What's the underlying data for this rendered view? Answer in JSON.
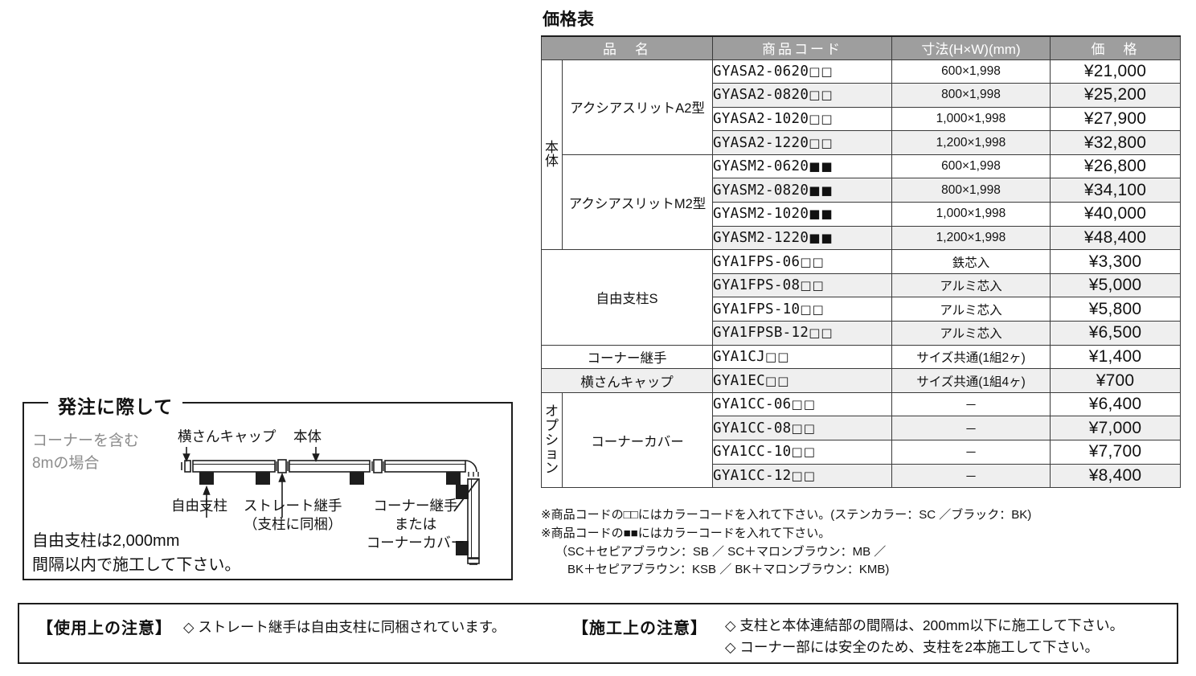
{
  "price_table": {
    "title": "価格表",
    "headers": [
      "品　名",
      "商品コード",
      "寸法(H×W)(mm)",
      "価　格"
    ],
    "categories": {
      "body": "本体",
      "option": "オプション"
    },
    "groups": [
      {
        "category": "本体",
        "name": "アクシアスリットA2型",
        "rows": [
          {
            "code": "GYASA2-0620",
            "mark": "□□",
            "size": "600×1,998",
            "price": "¥21,000"
          },
          {
            "code": "GYASA2-0820",
            "mark": "□□",
            "size": "800×1,998",
            "price": "¥25,200"
          },
          {
            "code": "GYASA2-1020",
            "mark": "□□",
            "size": "1,000×1,998",
            "price": "¥27,900"
          },
          {
            "code": "GYASA2-1220",
            "mark": "□□",
            "size": "1,200×1,998",
            "price": "¥32,800"
          }
        ]
      },
      {
        "category": "本体",
        "name": "アクシアスリットM2型",
        "rows": [
          {
            "code": "GYASM2-0620",
            "mark": "■■",
            "size": "600×1,998",
            "price": "¥26,800"
          },
          {
            "code": "GYASM2-0820",
            "mark": "■■",
            "size": "800×1,998",
            "price": "¥34,100"
          },
          {
            "code": "GYASM2-1020",
            "mark": "■■",
            "size": "1,000×1,998",
            "price": "¥40,000"
          },
          {
            "code": "GYASM2-1220",
            "mark": "■■",
            "size": "1,200×1,998",
            "price": "¥48,400"
          }
        ]
      },
      {
        "category": "",
        "name": "自由支柱S",
        "rows": [
          {
            "code": "GYA1FPS-06",
            "mark": "□□",
            "size": "鉄芯入",
            "price": "¥3,300"
          },
          {
            "code": "GYA1FPS-08",
            "mark": "□□",
            "size": "アルミ芯入",
            "price": "¥5,000"
          },
          {
            "code": "GYA1FPS-10",
            "mark": "□□",
            "size": "アルミ芯入",
            "price": "¥5,800"
          },
          {
            "code": "GYA1FPSB-12",
            "mark": "□□",
            "size": "アルミ芯入",
            "price": "¥6,500"
          }
        ]
      },
      {
        "category": "",
        "name": "コーナー継手",
        "rows": [
          {
            "code": "GYA1CJ",
            "mark": "□□",
            "size": "サイズ共通(1組2ヶ)",
            "price": "¥1,400"
          }
        ]
      },
      {
        "category": "",
        "name": "横さんキャップ",
        "rows": [
          {
            "code": "GYA1EC",
            "mark": "□□",
            "size": "サイズ共通(1組4ヶ)",
            "price": "¥700"
          }
        ]
      },
      {
        "category": "オプション",
        "name": "コーナーカバー",
        "rows": [
          {
            "code": "GYA1CC-06",
            "mark": "□□",
            "size": "－",
            "price": "¥6,400"
          },
          {
            "code": "GYA1CC-08",
            "mark": "□□",
            "size": "－",
            "price": "¥7,000"
          },
          {
            "code": "GYA1CC-10",
            "mark": "□□",
            "size": "－",
            "price": "¥7,700"
          },
          {
            "code": "GYA1CC-12",
            "mark": "□□",
            "size": "－",
            "price": "¥8,400"
          }
        ]
      }
    ],
    "notes": [
      "※商品コードの□□にはカラーコードを入れて下さい。(ステンカラー：SC ／ブラック：BK)",
      "※商品コードの■■にはカラーコードを入れて下さい。",
      "（SC＋セピアブラウン：SB ／ SC＋マロンブラウン：MB ／",
      "　BK＋セピアブラウン：KSB ／ BK＋マロンブラウン：KMB)"
    ]
  },
  "order_panel": {
    "legend": "発注に際して",
    "gray_note_line1": "コーナーを含む",
    "gray_note_line2": "8mの場合",
    "bottom_line1": "自由支柱は2,000mm",
    "bottom_line2": "間隔以内で施工して下さい。",
    "labels": {
      "cap": "横さんキャップ",
      "body": "本体",
      "post": "自由支柱",
      "straight_joint_l1": "ストレート継手",
      "straight_joint_l2": "（支柱に同梱）",
      "corner_l1": "コーナー継手",
      "corner_l2": "または",
      "corner_l3": "コーナーカバー"
    }
  },
  "caution": {
    "usage_title": "【使用上の注意】",
    "usage_items": [
      "◇ ストレート継手は自由支柱に同梱されています。"
    ],
    "install_title": "【施工上の注意】",
    "install_items": [
      "◇ 支柱と本体連結部の間隔は、200mm以下に施工して下さい。",
      "◇ コーナー部には安全のため、支柱を2本施工して下さい。"
    ]
  },
  "colors": {
    "header_gray": "#9e9e9e",
    "row_alt": "#efefef",
    "border": "#3a3a3a",
    "gray_text": "#8c8c8c"
  }
}
